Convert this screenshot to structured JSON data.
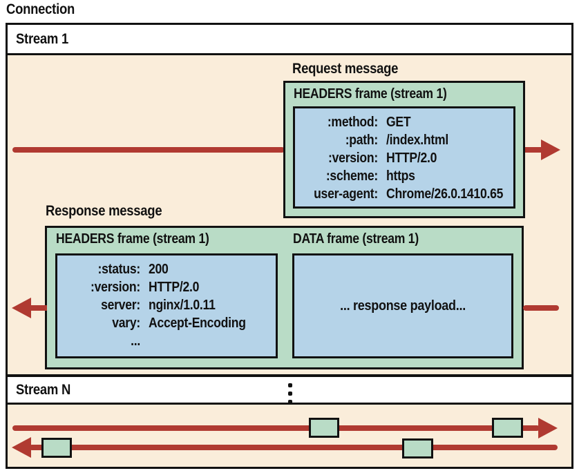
{
  "connection_label": "Connection",
  "stream1": {
    "label": "Stream 1",
    "request": {
      "label": "Request message",
      "frame_title": "HEADERS frame (stream 1)",
      "headers": [
        {
          "key": ":method:",
          "value": "GET"
        },
        {
          "key": ":path:",
          "value": "/index.html"
        },
        {
          "key": ":version:",
          "value": "HTTP/2.0"
        },
        {
          "key": ":scheme:",
          "value": "https"
        },
        {
          "key": "user-agent:",
          "value": "Chrome/26.0.1410.65"
        }
      ]
    },
    "response": {
      "label": "Response message",
      "headers_frame_title": "HEADERS frame (stream 1)",
      "data_frame_title": "DATA frame (stream 1)",
      "headers": [
        {
          "key": ":status:",
          "value": "200"
        },
        {
          "key": ":version:",
          "value": "HTTP/2.0"
        },
        {
          "key": "server:",
          "value": "nginx/1.0.11"
        },
        {
          "key": "vary:",
          "value": "Accept-Encoding"
        },
        {
          "key": "...",
          "value": ""
        }
      ],
      "payload": "... response payload..."
    }
  },
  "streamN": {
    "label": "Stream N",
    "ellipsis": "⋮"
  },
  "colors": {
    "background_cream": "#FAEDDA",
    "frame_green": "#B9DCC6",
    "message_blue": "#B5D3E8",
    "arrow_red": "#B03A31",
    "border_black": "#111111"
  }
}
